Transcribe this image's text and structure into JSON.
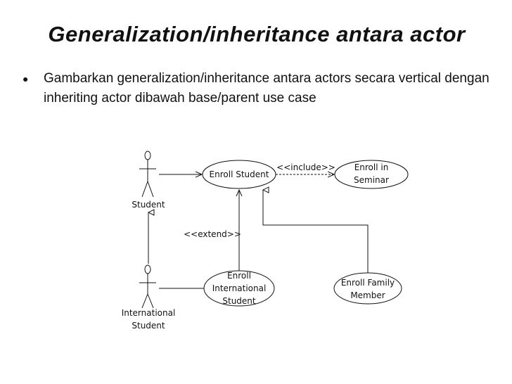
{
  "slide": {
    "title": "Generalization/inheritance antara actor",
    "bullet": "Gambarkan generalization/inheritance antara actors secara vertical dengan inheriting actor dibawah base/parent use case"
  },
  "diagram": {
    "actors": {
      "student": "Student",
      "international_l1": "International",
      "international_l2": "Student"
    },
    "use_cases": {
      "enroll_student": "Enroll Student",
      "enroll_seminar_l1": "Enroll in",
      "enroll_seminar_l2": "Seminar",
      "enroll_intl_l1": "Enroll",
      "enroll_intl_l2": "International",
      "enroll_intl_l3": "Student",
      "enroll_family_l1": "Enroll Family",
      "enroll_family_l2": "Member"
    },
    "relations": {
      "include": "<<include>>",
      "extend": "<<extend>>"
    }
  }
}
